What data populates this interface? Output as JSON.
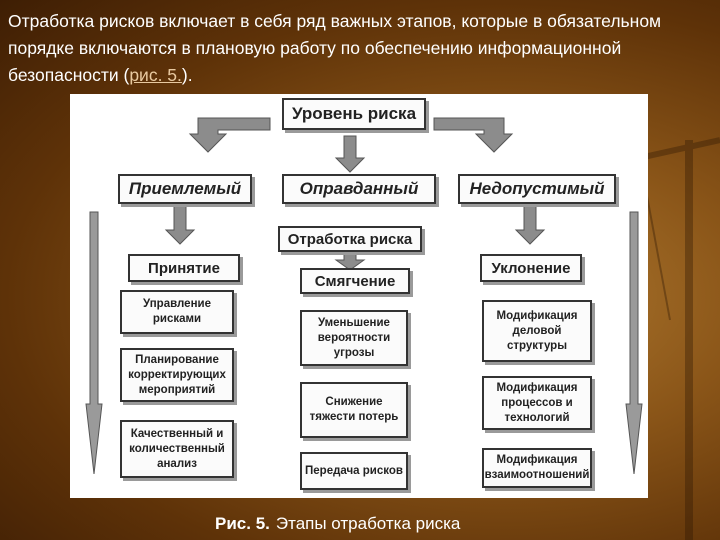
{
  "intro": {
    "text_before": "Отработка рисков включает в себя ряд важных этапов, которые в обязательном порядке включаются в плановую работу по обеспечению информационной безопасности (",
    "link": "рис. 5.",
    "text_after": ")."
  },
  "diagram": {
    "top": "Уровень риска",
    "levels": [
      "Приемлемый",
      "Оправданный",
      "Недопустимый"
    ],
    "processing": "Отработка риска",
    "col_left": {
      "head": "Принятие",
      "items": [
        "Управление рисками",
        "Планирование корректирующих мероприятий",
        "Качественный и количественный анализ"
      ]
    },
    "col_mid": {
      "head": "Смягчение",
      "items": [
        "Уменьшение вероятности угрозы",
        "Снижение тяжести потерь",
        "Передача рисков"
      ]
    },
    "col_right": {
      "head": "Уклонение",
      "items": [
        "Модификация деловой структуры",
        "Модификация процессов и технологий",
        "Модификация взаимоотношений"
      ]
    }
  },
  "caption": {
    "label": "Рис. 5.",
    "text": "Этапы отработка риска"
  },
  "colors": {
    "background": "#8a5518",
    "box_border": "#333333",
    "arrow": "#8c8c8c"
  }
}
